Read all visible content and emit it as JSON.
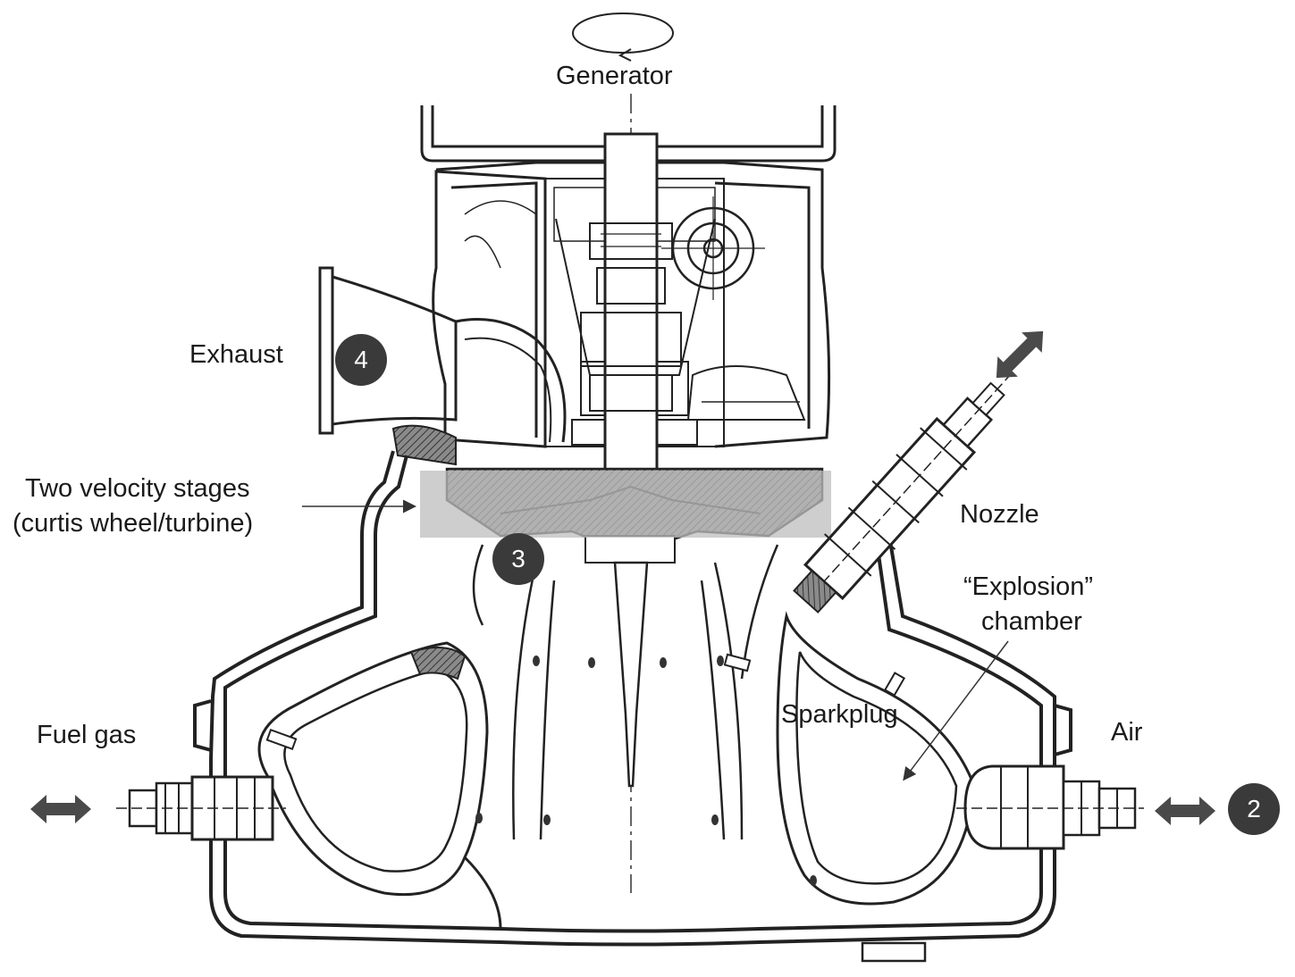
{
  "labels": {
    "generator": "Generator",
    "exhaust": "Exhaust",
    "velocity_stages_line1": "Two velocity stages",
    "velocity_stages_line2": "(curtis wheel/turbine)",
    "nozzle": "Nozzle",
    "explosion_line1": "“Explosion”",
    "explosion_line2": "chamber",
    "sparkplug": "Sparkplug",
    "fuel_gas": "Fuel gas",
    "air": "Air"
  },
  "markers": {
    "state_exhaust": "4",
    "state_turbine": "3",
    "state_air": "2"
  },
  "colors": {
    "ink": "#1a1a1a",
    "hatch": "#555555",
    "highlight": "#bdbdbd",
    "arrow": "#4a4a4a",
    "badge": "#3a3a3a"
  }
}
